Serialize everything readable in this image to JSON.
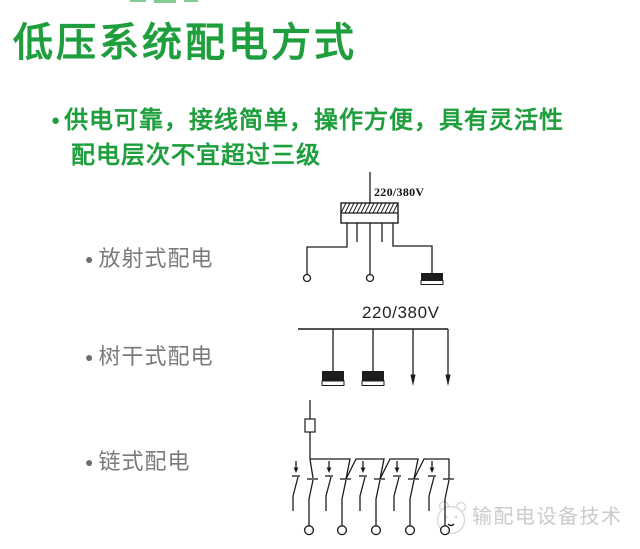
{
  "title": "低压系统配电方式",
  "intro": {
    "marker": "●",
    "line1": "供电可靠，接线简单，操作方便，具有灵活性",
    "line2": "配电层次不宜超过三级"
  },
  "sections": [
    {
      "marker": "●",
      "label": "放射式配电",
      "voltage": "220/380V"
    },
    {
      "marker": "●",
      "label": "树干式配电",
      "voltage": "220/380V"
    },
    {
      "marker": "●",
      "label": "链式配电"
    }
  ],
  "watermark": {
    "text": "输配电设备技术"
  },
  "colors": {
    "title_green": "#1e9e3c",
    "label_gray": "#7a7a7a",
    "diagram_ink": "#1c1c1c",
    "watermark_gray": "#cbcbcb"
  }
}
